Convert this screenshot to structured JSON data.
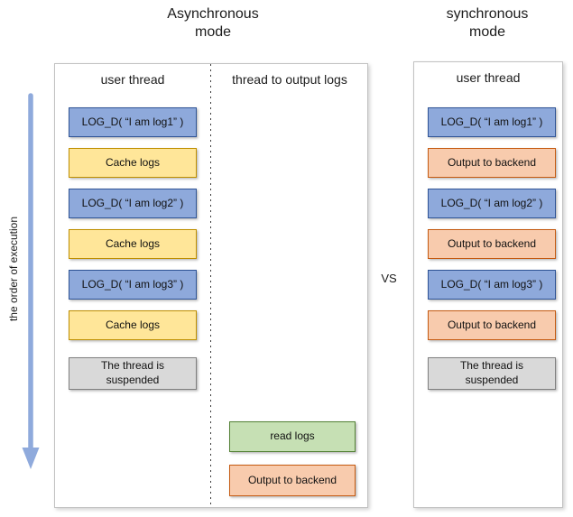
{
  "titles": {
    "async": "Asynchronous\nmode",
    "sync": "synchronous\nmode",
    "vs": "VS"
  },
  "execution_axis": {
    "label": "the order of execution",
    "arrow_color": "#8FAADC"
  },
  "async_panel": {
    "columns": {
      "user": "user thread",
      "logger": "thread to output logs"
    },
    "user_thread_steps": [
      {
        "label": "LOG_D( “I am log1” )",
        "kind": "blue"
      },
      {
        "label": "Cache logs",
        "kind": "yellow"
      },
      {
        "label": "LOG_D( “I am log2” )",
        "kind": "blue"
      },
      {
        "label": "Cache logs",
        "kind": "yellow"
      },
      {
        "label": "LOG_D( “I am log3” )",
        "kind": "blue"
      },
      {
        "label": "Cache logs",
        "kind": "yellow"
      },
      {
        "label": "The thread is\nsuspended",
        "kind": "gray"
      }
    ],
    "logger_thread_steps": [
      {
        "label": "read logs",
        "kind": "green"
      },
      {
        "label": "Output to backend",
        "kind": "orange"
      }
    ]
  },
  "sync_panel": {
    "columns": {
      "user": "user thread"
    },
    "user_thread_steps": [
      {
        "label": "LOG_D( “I am log1” )",
        "kind": "blue"
      },
      {
        "label": "Output to backend",
        "kind": "orange"
      },
      {
        "label": "LOG_D( “I am log2” )",
        "kind": "blue"
      },
      {
        "label": "Output to backend",
        "kind": "orange"
      },
      {
        "label": "LOG_D( “I am log3” )",
        "kind": "blue"
      },
      {
        "label": "Output to backend",
        "kind": "orange"
      },
      {
        "label": "The thread is\nsuspended",
        "kind": "gray"
      }
    ]
  },
  "palette": {
    "blue_fill": "#8EA9DB",
    "blue_border": "#2E5395",
    "yellow_fill": "#FFE699",
    "yellow_border": "#BF8F00",
    "green_fill": "#C6E0B4",
    "green_border": "#538135",
    "orange_fill": "#F8CBAD",
    "orange_border": "#C55A11",
    "gray_fill": "#D9D9D9",
    "gray_border": "#7F7F7F",
    "arrow": "#8FAADC",
    "panel_border": "#C2C2C2"
  }
}
